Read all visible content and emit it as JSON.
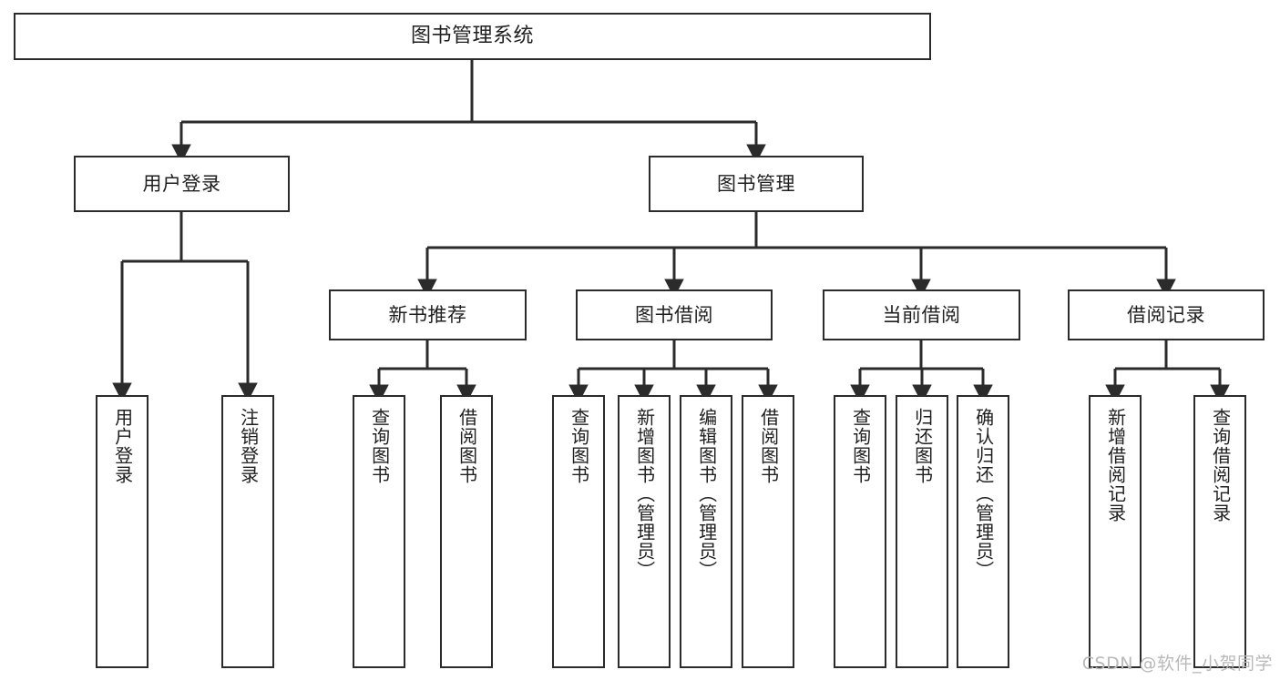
{
  "diagram": {
    "title": "图书管理系统",
    "type": "tree",
    "watermark": "CSDN @软件_小贺同学",
    "stroke_color": "#2b2b2b",
    "fill_color": "#ffffff",
    "text_color": "#1f1f1f",
    "watermark_color": "#b9b9b9",
    "root": {
      "label": "图书管理系统"
    },
    "level2": [
      {
        "id": "user-login",
        "label": "用户登录"
      },
      {
        "id": "book-manage",
        "label": "图书管理"
      }
    ],
    "level3": [
      {
        "id": "new-book-recommend",
        "label": "新书推荐"
      },
      {
        "id": "book-borrow",
        "label": "图书借阅"
      },
      {
        "id": "current-borrow",
        "label": "当前借阅"
      },
      {
        "id": "borrow-record",
        "label": "借阅记录"
      }
    ],
    "leaves": [
      {
        "id": "leaf-user-login",
        "label": "用户登录",
        "parent": "user-login"
      },
      {
        "id": "leaf-logout",
        "label": "注销登录",
        "parent": "user-login"
      },
      {
        "id": "leaf-query-book-1",
        "label": "查询图书",
        "parent": "new-book-recommend"
      },
      {
        "id": "leaf-borrow-book-1",
        "label": "借阅图书",
        "parent": "new-book-recommend"
      },
      {
        "id": "leaf-query-book-2",
        "label": "查询图书",
        "parent": "book-borrow"
      },
      {
        "id": "leaf-add-book",
        "label": "新增图书（管理员）",
        "parent": "book-borrow"
      },
      {
        "id": "leaf-edit-book",
        "label": "编辑图书（管理员）",
        "parent": "book-borrow"
      },
      {
        "id": "leaf-borrow-book-2",
        "label": "借阅图书",
        "parent": "book-borrow"
      },
      {
        "id": "leaf-query-book-3",
        "label": "查询图书",
        "parent": "current-borrow"
      },
      {
        "id": "leaf-return-book",
        "label": "归还图书",
        "parent": "current-borrow"
      },
      {
        "id": "leaf-confirm-return",
        "label": "确认归还（管理员）",
        "parent": "current-borrow"
      },
      {
        "id": "leaf-add-record",
        "label": "新增借阅记录",
        "parent": "borrow-record"
      },
      {
        "id": "leaf-query-record",
        "label": "查询借阅记录",
        "parent": "borrow-record"
      }
    ]
  }
}
